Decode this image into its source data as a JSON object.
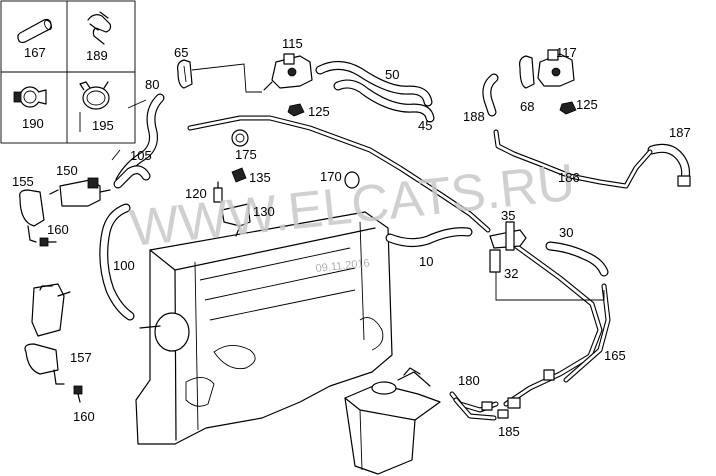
{
  "watermark": {
    "text": "WWW.ELCATS.RU",
    "date": "09.11.2016"
  },
  "legend_boxes": [
    {
      "number": "167",
      "icon": "hose-sleeve-icon"
    },
    {
      "number": "189",
      "icon": "clip-icon"
    },
    {
      "number": "190",
      "icon": "hose-clamp-icon"
    },
    {
      "number": "195",
      "icon": "clamp-band-icon"
    }
  ],
  "callouts": [
    {
      "id": "c65",
      "text": "65"
    },
    {
      "id": "c115",
      "text": "115"
    },
    {
      "id": "c117",
      "text": "117"
    },
    {
      "id": "c80",
      "text": "80"
    },
    {
      "id": "c50",
      "text": "50"
    },
    {
      "id": "c125a",
      "text": "125"
    },
    {
      "id": "c125b",
      "text": "125"
    },
    {
      "id": "c45",
      "text": "45"
    },
    {
      "id": "c188",
      "text": "188"
    },
    {
      "id": "c68",
      "text": "68"
    },
    {
      "id": "c187",
      "text": "187"
    },
    {
      "id": "c105",
      "text": "105"
    },
    {
      "id": "c175",
      "text": "175"
    },
    {
      "id": "c150",
      "text": "150"
    },
    {
      "id": "c155",
      "text": "155"
    },
    {
      "id": "c170",
      "text": "170"
    },
    {
      "id": "c135",
      "text": "135"
    },
    {
      "id": "c120",
      "text": "120"
    },
    {
      "id": "c186",
      "text": "186"
    },
    {
      "id": "c130",
      "text": "130"
    },
    {
      "id": "c35",
      "text": "35"
    },
    {
      "id": "c30",
      "text": "30"
    },
    {
      "id": "c160a",
      "text": "160"
    },
    {
      "id": "c10",
      "text": "10"
    },
    {
      "id": "c32",
      "text": "32"
    },
    {
      "id": "c100",
      "text": "100"
    },
    {
      "id": "c157",
      "text": "157"
    },
    {
      "id": "c165",
      "text": "165"
    },
    {
      "id": "c180",
      "text": "180"
    },
    {
      "id": "c160b",
      "text": "160"
    },
    {
      "id": "c185",
      "text": "185"
    }
  ]
}
